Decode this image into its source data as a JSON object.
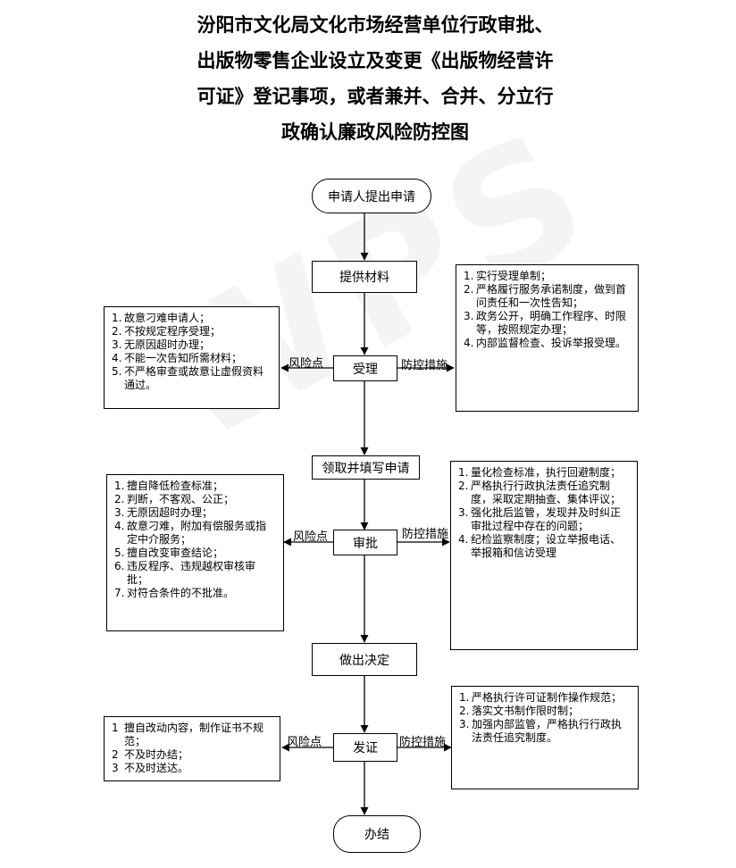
{
  "title": {
    "line1": "汾阳市文化局文化市场经营单位行政审批、",
    "line2": "出版物零售企业设立及变更《出版物经营许",
    "line3": "可证》登记事项，或者兼并、合并、分立行",
    "line4": "政确认廉政风险防控图"
  },
  "watermark": "WPS",
  "flow": {
    "start": "申请人提出申请",
    "materials": "提供材料",
    "accept": "受理",
    "fill": "领取并填写申请",
    "review": "审批",
    "decide": "做出决定",
    "issue": "发证",
    "end": "办结"
  },
  "labels": {
    "risk1": "风险点",
    "ctrl1": "防控措施",
    "risk2": "风险点",
    "ctrl2": "防控措施",
    "risk3": "风险点",
    "ctrl3": "防控措施"
  },
  "risks": {
    "accept": [
      {
        "n": "1.",
        "t": "故意刁难申请人；"
      },
      {
        "n": "2.",
        "t": "不按规定程序受理；"
      },
      {
        "n": "3.",
        "t": "无原因超时办理；"
      },
      {
        "n": "4.",
        "t": "不能一次告知所需材料；"
      },
      {
        "n": "5.",
        "t": "不严格审查或故意让虚假资料通过。"
      }
    ],
    "review": [
      {
        "n": "1.",
        "t": "擅自降低检查标准；"
      },
      {
        "n": "2.",
        "t": "判断，不客观、公正；"
      },
      {
        "n": "3.",
        "t": "无原因超时办理；"
      },
      {
        "n": "4.",
        "t": "故意刁难，附加有偿服务或指定中介服务；"
      },
      {
        "n": "5.",
        "t": "擅自改变审查结论；"
      },
      {
        "n": "6.",
        "t": "违反程序、违规越权审核审批；"
      },
      {
        "n": "7.",
        "t": "对符合条件的不批准。"
      }
    ],
    "issue": [
      {
        "n": "1",
        "t": "擅自改动内容，制作证书不规范；"
      },
      {
        "n": "2",
        "t": "不及时办结；"
      },
      {
        "n": "3",
        "t": "不及时送达。"
      }
    ]
  },
  "controls": {
    "accept": [
      {
        "n": "1.",
        "t": "实行受理单制；"
      },
      {
        "n": "2.",
        "t": "严格履行服务承诺制度，做到首问责任和一次性告知；"
      },
      {
        "n": "3.",
        "t": "政务公开，明确工作程序、时限等，按照规定办理；"
      },
      {
        "n": "4.",
        "t": "内部监督检查、投诉举报受理。"
      }
    ],
    "review": [
      {
        "n": "1.",
        "t": "量化检查标准，执行回避制度；"
      },
      {
        "n": "2.",
        "t": "严格执行行政执法责任追究制度，采取定期抽查、集体评议；"
      },
      {
        "n": "3.",
        "t": "强化批后监管，发现并及时纠正审批过程中存在的问题；"
      },
      {
        "n": "4.",
        "t": "纪检监察制度；设立举报电话、举报箱和信访受理"
      }
    ],
    "issue": [
      {
        "n": "1.",
        "t": "严格执行许可证制作操作规范；"
      },
      {
        "n": "2.",
        "t": "落实文书制作限时制；"
      },
      {
        "n": "3.",
        "t": "加强内部监管，严格执行行政执法责任追究制度。"
      }
    ]
  }
}
